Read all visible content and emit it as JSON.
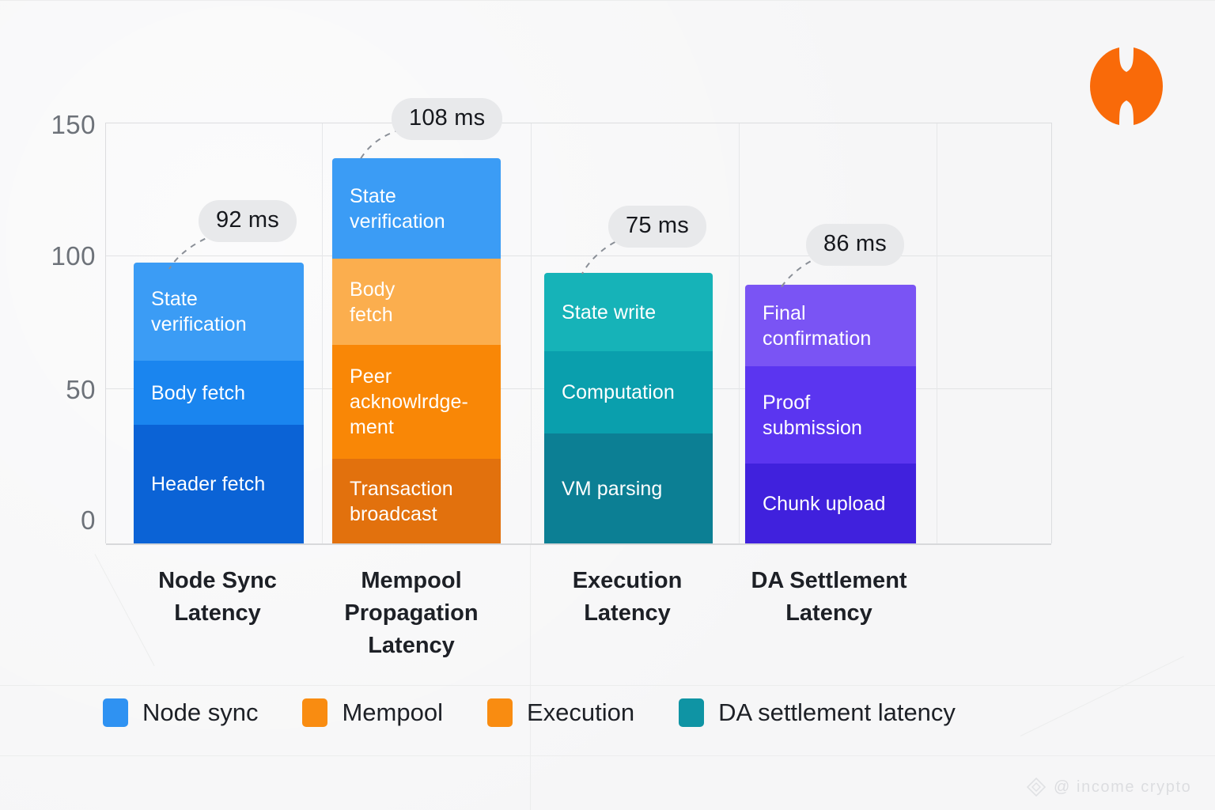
{
  "chart_data": {
    "type": "bar",
    "subtype": "stacked-bar",
    "title": "",
    "xlabel": "",
    "ylabel": "",
    "ylim": [
      0,
      150
    ],
    "yticks": [
      "0",
      "50",
      "100",
      "150"
    ],
    "grid": true,
    "legend_position": "bottom",
    "units": "ms",
    "categories": [
      "Node Sync\nLatency",
      "Mempool\nPropagation\nLatency",
      "Execution\nLatency",
      "DA Settlement\nLatency"
    ],
    "totals": [
      92,
      108,
      75,
      86
    ],
    "total_labels": [
      "92 ms",
      "108 ms",
      "75 ms",
      "86 ms"
    ],
    "bars": [
      {
        "category": "Node Sync Latency",
        "total": 92,
        "total_label": "92 ms",
        "segments": [
          {
            "label": "Header fetch",
            "value": 45,
            "color": "#0b63d6"
          },
          {
            "label": "Body fetch",
            "value": 24,
            "color": "#1a85ef"
          },
          {
            "label": "State\nverification",
            "value": 37,
            "color": "#3b9cf5"
          }
        ]
      },
      {
        "category": "Mempool Propagation Latency",
        "total": 108,
        "total_label": "108 ms",
        "segments": [
          {
            "label": "Transaction\nbroadcast",
            "value": 32,
            "color": "#e2710d"
          },
          {
            "label": "Peer\nacknowlrdge-\nment",
            "value": 43,
            "color": "#f98706"
          },
          {
            "label": "Body\nfetch",
            "value": 33,
            "color": "#fbae4e"
          },
          {
            "label": "State\nverification",
            "value": 38,
            "color": "#3b9cf5"
          }
        ]
      },
      {
        "category": "Execution Latency",
        "total": 75,
        "total_label": "75 ms",
        "segments": [
          {
            "label": "VM parsing",
            "value": 42,
            "color": "#0c7f94"
          },
          {
            "label": "Computation",
            "value": 31,
            "color": "#0a9fad"
          },
          {
            "label": "State write",
            "value": 30,
            "color": "#16b3b8"
          }
        ]
      },
      {
        "category": "DA Settlement Latency",
        "total": 86,
        "total_label": "86 ms",
        "segments": [
          {
            "label": "Chunk upload",
            "value": 30,
            "color": "#4021dd"
          },
          {
            "label": "Proof\nsubmission",
            "value": 37,
            "color": "#5b35f0"
          },
          {
            "label": "Final\nconfirmation",
            "value": 31,
            "color": "#7a54f4"
          }
        ]
      }
    ],
    "legend": [
      {
        "label": "Node sync",
        "color": "#2f92f2"
      },
      {
        "label": "Mempool",
        "color": "#f98c11"
      },
      {
        "label": "Execution",
        "color": "#f98c11"
      },
      {
        "label": "DA settlement latency",
        "color": "#0f94a4"
      }
    ]
  },
  "branding": {
    "logo_name": "h-logo",
    "logo_color": "#f96a09"
  },
  "watermark": {
    "icon_name": "diamond-icon",
    "text": "@ income crypto"
  }
}
